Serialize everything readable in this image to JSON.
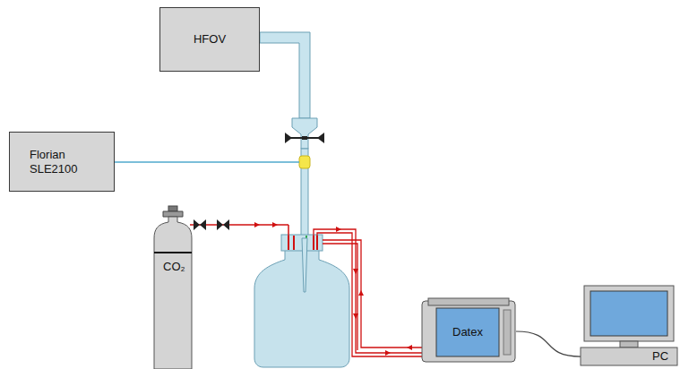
{
  "diagram": {
    "nodes": [
      {
        "text": [
          "HFOV"
        ]
      },
      {
        "text": [
          "Florian SLE2100"
        ]
      },
      {
        "text": [
          "CO₂"
        ]
      },
      {
        "text": [
          "Datex"
        ]
      },
      {
        "text": [
          "PC"
        ]
      }
    ],
    "edges": [
      {
        "from": 3,
        "to": 4,
        "arrow": "none"
      }
    ]
  }
}
